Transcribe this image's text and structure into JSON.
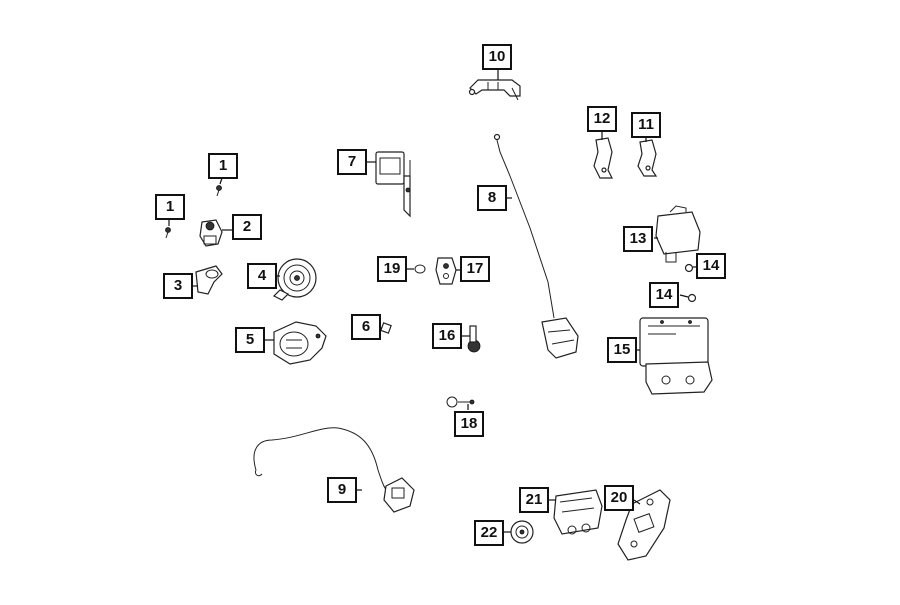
{
  "callouts": [
    {
      "id": "c1a",
      "label": "1"
    },
    {
      "id": "c1b",
      "label": "1"
    },
    {
      "id": "c2",
      "label": "2"
    },
    {
      "id": "c3",
      "label": "3"
    },
    {
      "id": "c4",
      "label": "4"
    },
    {
      "id": "c5",
      "label": "5"
    },
    {
      "id": "c6",
      "label": "6"
    },
    {
      "id": "c7",
      "label": "7"
    },
    {
      "id": "c8",
      "label": "8"
    },
    {
      "id": "c9",
      "label": "9"
    },
    {
      "id": "c10",
      "label": "10"
    },
    {
      "id": "c11",
      "label": "11"
    },
    {
      "id": "c12",
      "label": "12"
    },
    {
      "id": "c13",
      "label": "13"
    },
    {
      "id": "c14a",
      "label": "14"
    },
    {
      "id": "c14b",
      "label": "14"
    },
    {
      "id": "c15",
      "label": "15"
    },
    {
      "id": "c16",
      "label": "16"
    },
    {
      "id": "c17",
      "label": "17"
    },
    {
      "id": "c18",
      "label": "18"
    },
    {
      "id": "c19",
      "label": "19"
    },
    {
      "id": "c20",
      "label": "20"
    },
    {
      "id": "c21",
      "label": "21"
    },
    {
      "id": "c22",
      "label": "22"
    }
  ]
}
